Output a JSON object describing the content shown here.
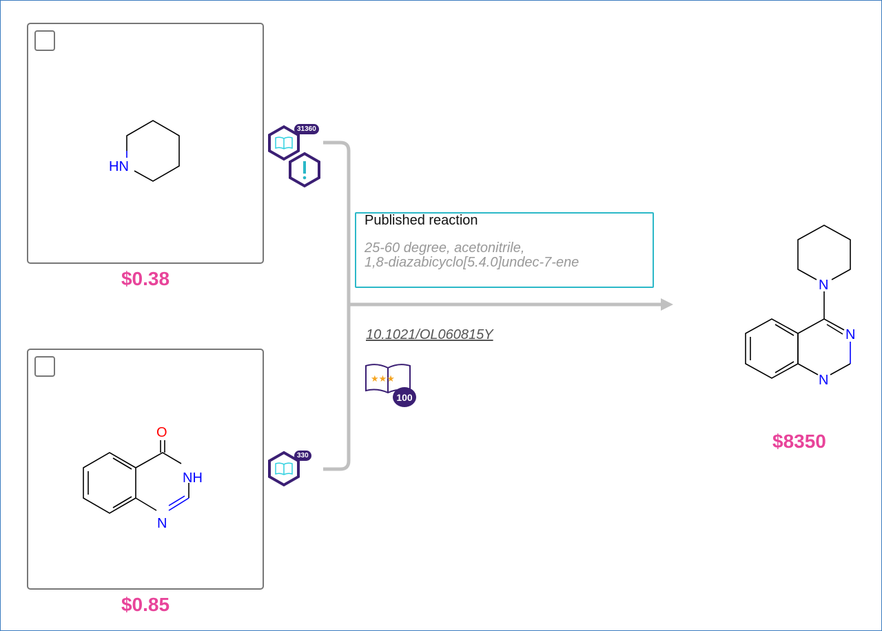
{
  "reactants": [
    {
      "price": "$0.38",
      "label": "HN",
      "literature_count": "31360",
      "has_warning": true
    },
    {
      "price": "$0.85",
      "labels": {
        "o": "O",
        "nh": "NH",
        "n": "N"
      },
      "literature_count": "330"
    }
  ],
  "reaction": {
    "title": "Published reaction",
    "conditions_line1": "25-60 degree, acetonitrile,",
    "conditions_line2": "1,8-diazabicyclo[5.4.0]undec-7-ene",
    "doi": "10.1021/OL060815Y",
    "rating_stars": 3,
    "rating_score": "100"
  },
  "product": {
    "price": "$8350",
    "labels": {
      "n1": "N",
      "n2": "N",
      "n3": "N"
    }
  },
  "colors": {
    "price": "#e8449a",
    "hex_badge": "#3b1f74",
    "accent": "#2bb8c8",
    "nitrogen": "#0000ff",
    "oxygen": "#ff0000"
  }
}
